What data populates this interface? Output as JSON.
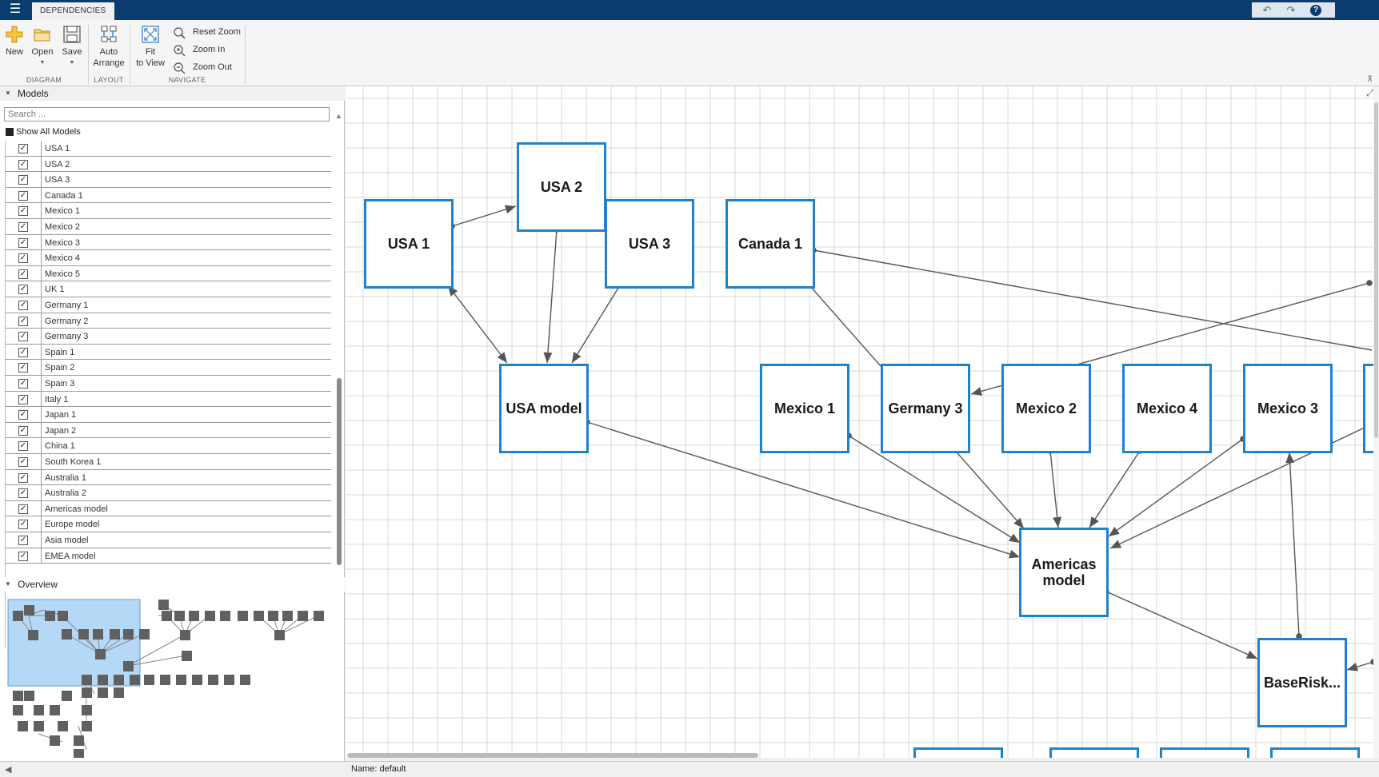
{
  "titlebar": {
    "tab_label": "DEPENDENCIES",
    "menu_icon": "hamburger-icon",
    "quick_access": [
      "undo-icon",
      "redo-icon",
      "help-icon"
    ],
    "help_label": "?"
  },
  "toolstrip": {
    "groups": {
      "diagram": "DIAGRAM",
      "layout": "LAYOUT",
      "navigate": "NAVIGATE"
    },
    "new_label": "New",
    "open_label": "Open",
    "save_label": "Save",
    "auto_arrange_label_1": "Auto",
    "auto_arrange_label_2": "Arrange",
    "fit_label_1": "Fit",
    "fit_label_2": "to View",
    "reset_zoom_label": "Reset Zoom",
    "zoom_in_label": "Zoom In",
    "zoom_out_label": "Zoom Out"
  },
  "models_panel": {
    "title": "Models",
    "search_placeholder": "Search ...",
    "show_all_label": "Show All Models",
    "items": [
      {
        "label": "USA 1",
        "checked": true
      },
      {
        "label": "USA 2",
        "checked": true
      },
      {
        "label": "USA 3",
        "checked": true
      },
      {
        "label": "Canada 1",
        "checked": true
      },
      {
        "label": "Mexico 1",
        "checked": true
      },
      {
        "label": "Mexico 2",
        "checked": true
      },
      {
        "label": "Mexico 3",
        "checked": true
      },
      {
        "label": "Mexico 4",
        "checked": true
      },
      {
        "label": "Mexico 5",
        "checked": true
      },
      {
        "label": "UK 1",
        "checked": true
      },
      {
        "label": "Germany 1",
        "checked": true
      },
      {
        "label": "Germany 2",
        "checked": true
      },
      {
        "label": "Germany 3",
        "checked": true
      },
      {
        "label": "Spain 1",
        "checked": true
      },
      {
        "label": "Spain 2",
        "checked": true
      },
      {
        "label": "Spain 3",
        "checked": true
      },
      {
        "label": "Italy 1",
        "checked": true
      },
      {
        "label": "Japan 1",
        "checked": true
      },
      {
        "label": "Japan 2",
        "checked": true
      },
      {
        "label": "China 1",
        "checked": true
      },
      {
        "label": "South Korea 1",
        "checked": true
      },
      {
        "label": "Australia 1",
        "checked": true
      },
      {
        "label": "Australia 2",
        "checked": true
      },
      {
        "label": "Americas model",
        "checked": true
      },
      {
        "label": "Europe model",
        "checked": true
      },
      {
        "label": "Asia model",
        "checked": true
      },
      {
        "label": "EMEA model",
        "checked": true
      }
    ]
  },
  "overview_panel": {
    "title": "Overview"
  },
  "diagram": {
    "nodes": [
      {
        "id": "usa1",
        "label": "USA 1"
      },
      {
        "id": "usa2",
        "label": "USA 2"
      },
      {
        "id": "usa3",
        "label": "USA 3"
      },
      {
        "id": "canada1",
        "label": "Canada 1"
      },
      {
        "id": "usamodel",
        "label": "USA model"
      },
      {
        "id": "mexico1",
        "label": "Mexico 1"
      },
      {
        "id": "germany3",
        "label": "Germany 3"
      },
      {
        "id": "mexico2",
        "label": "Mexico 2"
      },
      {
        "id": "mexico4",
        "label": "Mexico 4"
      },
      {
        "id": "mexico3",
        "label": "Mexico 3"
      },
      {
        "id": "americas",
        "label": "Americas model"
      },
      {
        "id": "baserisk",
        "label": "BaseRisk..."
      }
    ],
    "colors": {
      "node_border": "#1f82cc",
      "edge": "#555555",
      "grid": "#d9d9d9"
    }
  },
  "status": {
    "name_text": "Name: default"
  }
}
